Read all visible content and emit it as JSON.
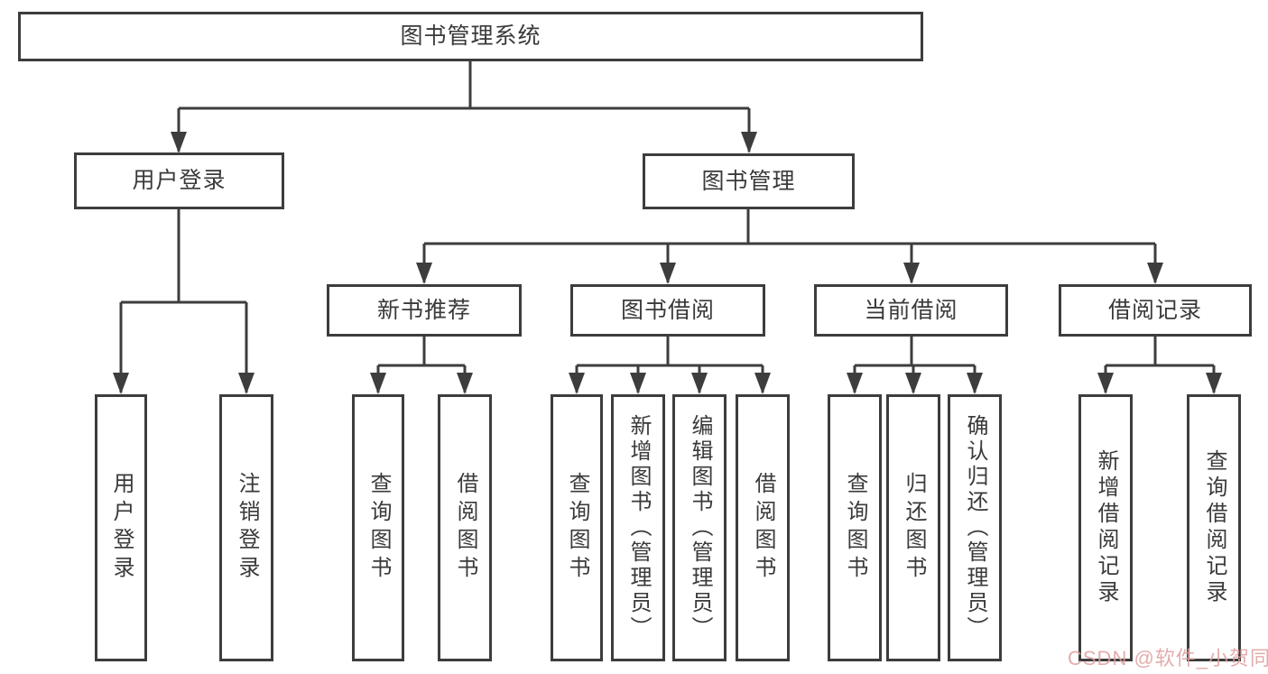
{
  "diagram": {
    "root": {
      "label": "图书管理系统"
    },
    "level2": [
      {
        "label": "用户登录"
      },
      {
        "label": "图书管理"
      }
    ],
    "level3": [
      {
        "label": "新书推荐"
      },
      {
        "label": "图书借阅"
      },
      {
        "label": "当前借阅"
      },
      {
        "label": "借阅记录"
      }
    ],
    "leaves": [
      {
        "label": "用户登录"
      },
      {
        "label": "注销登录"
      },
      {
        "label": "查询图书"
      },
      {
        "label": "借阅图书"
      },
      {
        "label": "查询图书"
      },
      {
        "label": "新增图书（管理员）"
      },
      {
        "label": "编辑图书（管理员）"
      },
      {
        "label": "借阅图书"
      },
      {
        "label": "查询图书"
      },
      {
        "label": "归还图书"
      },
      {
        "label": "确认归还（管理员）"
      },
      {
        "label": "新增借阅记录"
      },
      {
        "label": "查询借阅记录"
      }
    ],
    "watermark": "CSDN @软件_小贺同学",
    "colors": {
      "line": "#3d3d3d",
      "text": "#3a3a3a",
      "watermark": "#de9e9e",
      "background": "#ffffff"
    }
  }
}
